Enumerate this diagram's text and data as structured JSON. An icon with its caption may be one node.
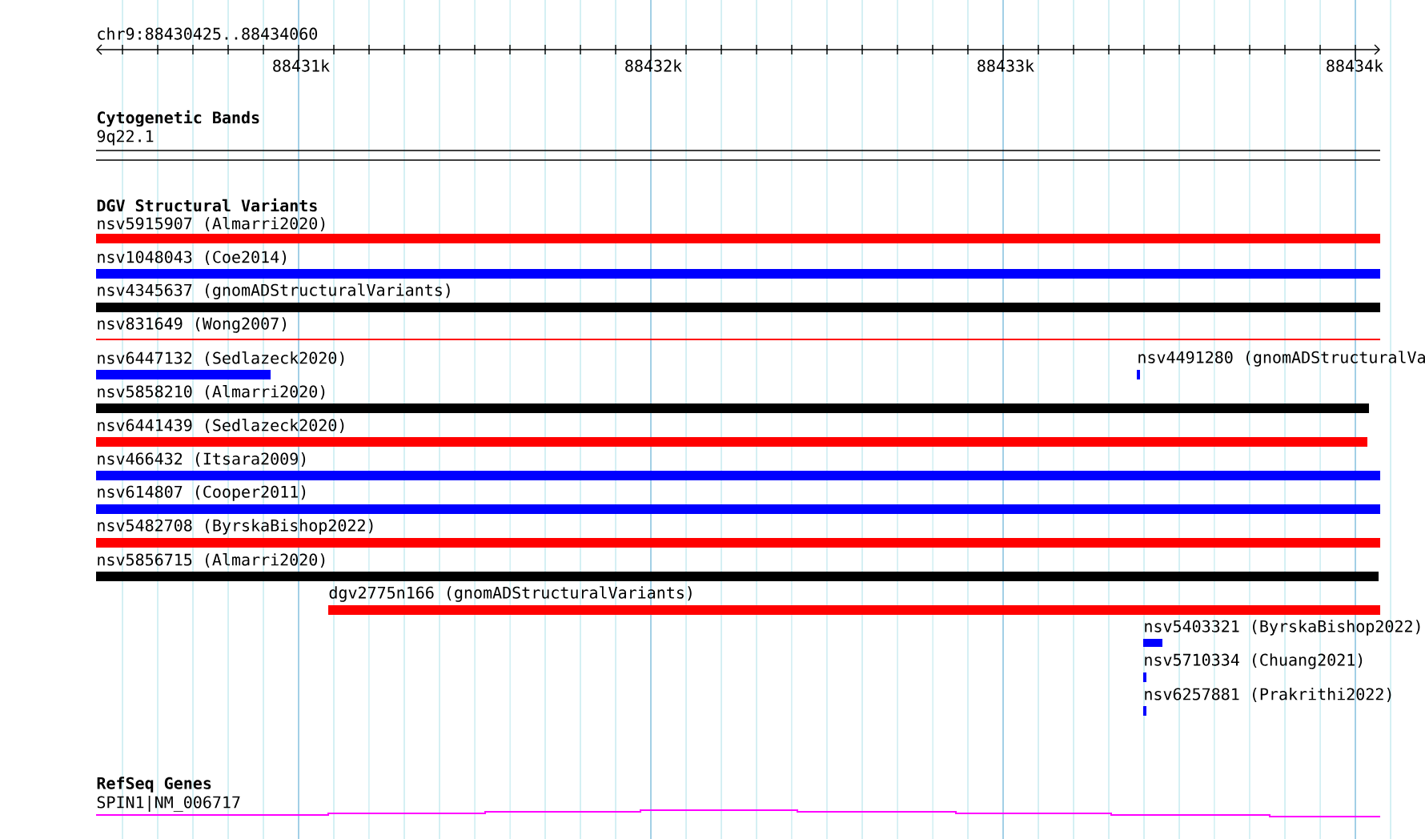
{
  "diagram": {
    "nodes": [
      {
        "text": [
          "nsv5915907 (Almarri2020)"
        ]
      },
      {
        "text": [
          "nsv1048043 (Coe2014)"
        ]
      },
      {
        "text": [
          "nsv4345637 (gnomADStructuralVariants)"
        ]
      },
      {
        "text": [
          "nsv831649 (Wong2007)"
        ]
      },
      {
        "text": [
          "nsv6447132 (Sedlazeck2020)"
        ]
      },
      {
        "text": [
          "nsv4491280 (gnomADStructuralVa"
        ]
      },
      {
        "text": [
          "nsv5858210 (Almarri2020)"
        ]
      },
      {
        "text": [
          "nsv6441439 (Sedlazeck2020)"
        ]
      },
      {
        "text": [
          "nsv466432 (Itsara2009)"
        ]
      },
      {
        "text": [
          "nsv614807 (Cooper2011)"
        ]
      },
      {
        "text": [
          "nsv5482708 (ByrskaBishop2022)"
        ]
      },
      {
        "text": [
          "nsv5856715 (Almarri2020)"
        ]
      },
      {
        "text": [
          "dgv2775n166 (gnomADStructuralVariants)"
        ]
      },
      {
        "text": [
          "nsv5403321 (ByrskaBishop2022)"
        ]
      },
      {
        "text": [
          "nsv5710334 (Chuang2021)"
        ]
      },
      {
        "text": [
          "nsv6257881 (Prakrithi2022)"
        ]
      }
    ],
    "labels": [
      "chr9:88430425..88434060",
      "88431k",
      "88432k",
      "88433k",
      "88434k",
      "Cytogenetic Bands",
      "9q22.1",
      "DGV Structural Variants",
      "RefSeq Genes",
      "SPIN1|NM_006717"
    ]
  }
}
